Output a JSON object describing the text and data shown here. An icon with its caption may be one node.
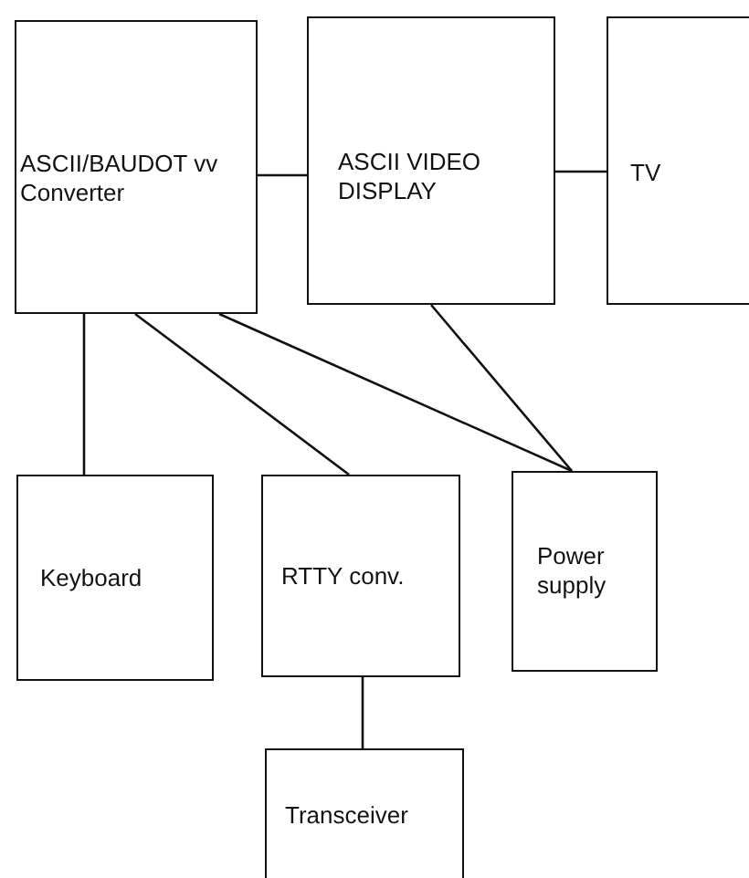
{
  "diagram": {
    "nodes": [
      {
        "text": [
          "ASCII/BAUDOT vv Converter"
        ]
      },
      {
        "text": [
          "ASCII VIDEO DISPLAY"
        ]
      },
      {
        "text": [
          "TV"
        ]
      },
      {
        "text": [
          "Keyboard"
        ]
      },
      {
        "text": [
          "RTTY conv."
        ]
      },
      {
        "text": [
          "Power supply"
        ]
      },
      {
        "text": [
          "Transceiver"
        ]
      }
    ],
    "edges": [
      {
        "from": 0,
        "to": 1,
        "arrow": "none"
      },
      {
        "from": 1,
        "to": 2,
        "arrow": "none"
      },
      {
        "from": 0,
        "to": 3,
        "arrow": "none"
      },
      {
        "from": 0,
        "to": 4,
        "arrow": "none"
      },
      {
        "from": 0,
        "to": 5,
        "arrow": "none"
      },
      {
        "from": 1,
        "to": 5,
        "arrow": "none"
      },
      {
        "from": 4,
        "to": 6,
        "arrow": "none"
      }
    ]
  }
}
